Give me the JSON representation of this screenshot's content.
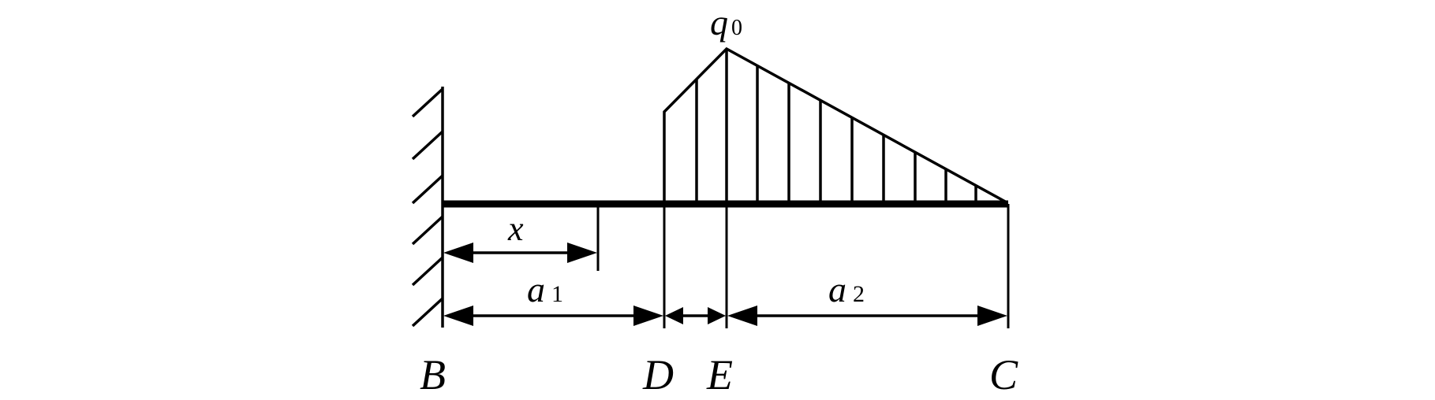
{
  "figure": {
    "load_label": {
      "main": "q",
      "sub": "0"
    },
    "points": [
      "B",
      "D",
      "E",
      "C"
    ],
    "dimensions": {
      "x": {
        "main": "x",
        "sub": ""
      },
      "a1": {
        "main": "a",
        "sub": "1"
      },
      "a2": {
        "main": "a",
        "sub": "2"
      }
    },
    "colors": {
      "ink": "#000000",
      "background": "#ffffff"
    }
  }
}
